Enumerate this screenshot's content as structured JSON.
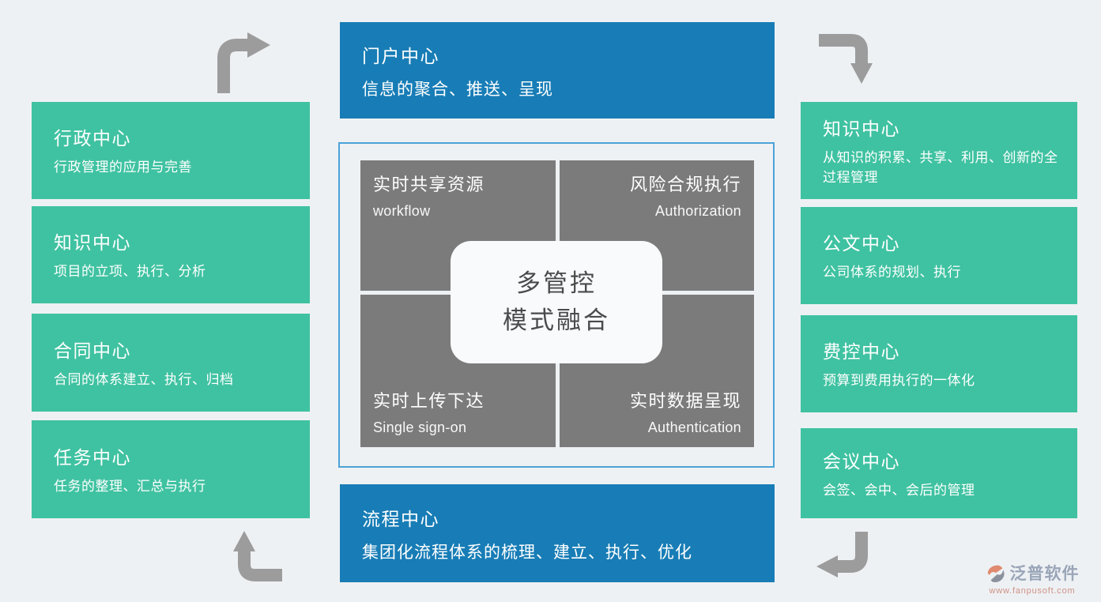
{
  "top_box": {
    "title": "门户中心",
    "subtitle": "信息的聚合、推送、呈现"
  },
  "bottom_box": {
    "title": "流程中心",
    "subtitle": "集团化流程体系的梳理、建立、执行、优化"
  },
  "left_column": [
    {
      "title": "行政中心",
      "subtitle": "行政管理的应用与完善"
    },
    {
      "title": "知识中心",
      "subtitle": "项目的立项、执行、分析"
    },
    {
      "title": "合同中心",
      "subtitle": "合同的体系建立、执行、归档"
    },
    {
      "title": "任务中心",
      "subtitle": "任务的整理、汇总与执行"
    }
  ],
  "right_column": [
    {
      "title": "知识中心",
      "subtitle": "从知识的积累、共享、利用、创新的全过程管理"
    },
    {
      "title": "公文中心",
      "subtitle": "公司体系的规划、执行"
    },
    {
      "title": "费控中心",
      "subtitle": "预算到费用执行的一体化"
    },
    {
      "title": "会议中心",
      "subtitle": "会签、会中、会后的管理"
    }
  ],
  "center": {
    "card": {
      "line1": "多管控",
      "line2": "模式融合"
    },
    "quadrants": [
      {
        "title": "实时共享资源",
        "subtitle": "workflow"
      },
      {
        "title": "风险合规执行",
        "subtitle": "Authorization"
      },
      {
        "title": "实时上传下达",
        "subtitle": "Single sign-on"
      },
      {
        "title": "实时数据呈现",
        "subtitle": "Authentication"
      }
    ]
  },
  "logo": {
    "name": "泛普软件",
    "url": "www.fanpusoft.com"
  },
  "icons": {
    "top_left_arrow": "elbow-arrow-up-then-right",
    "top_right_arrow": "elbow-arrow-right-then-down",
    "bottom_left_arrow": "elbow-arrow-left-then-up",
    "bottom_right_arrow": "elbow-arrow-down-then-left",
    "logo_mark": "fanpu-hexagon-mark"
  },
  "colors": {
    "page_background": "#eef1f4",
    "green_box": "#3fc2a1",
    "blue_box": "#187db6",
    "quadrant_gray": "#7b7b7b",
    "container_border": "#4ba2d7",
    "card_background": "#f8fafc",
    "card_text": "#4a4a4a",
    "arrow_gray": "#9c9c9c",
    "logo_name_color": "#9aa5b8",
    "logo_url_color": "#cf9186"
  }
}
